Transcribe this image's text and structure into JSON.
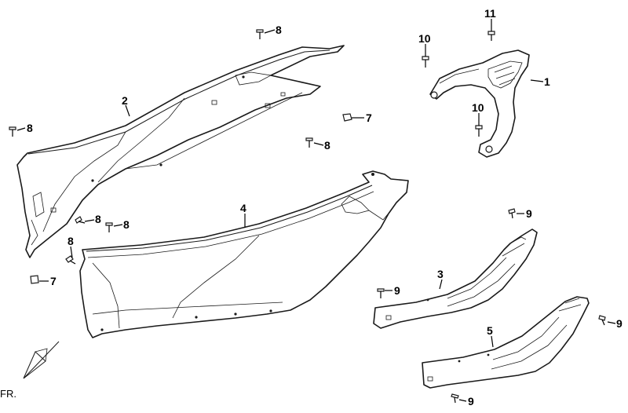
{
  "callouts": {
    "c1": "1",
    "c2": "2",
    "c3": "3",
    "c4": "4",
    "c5": "5",
    "c7a": "7",
    "c7b": "7",
    "c8a": "8",
    "c8b": "8",
    "c8c": "8",
    "c8d": "8",
    "c8e": "8",
    "c8f": "8",
    "c9a": "9",
    "c9b": "9",
    "c9c": "9",
    "c9d": "9",
    "c10a": "10",
    "c10b": "10",
    "c11": "11"
  },
  "front_marker": "FR."
}
